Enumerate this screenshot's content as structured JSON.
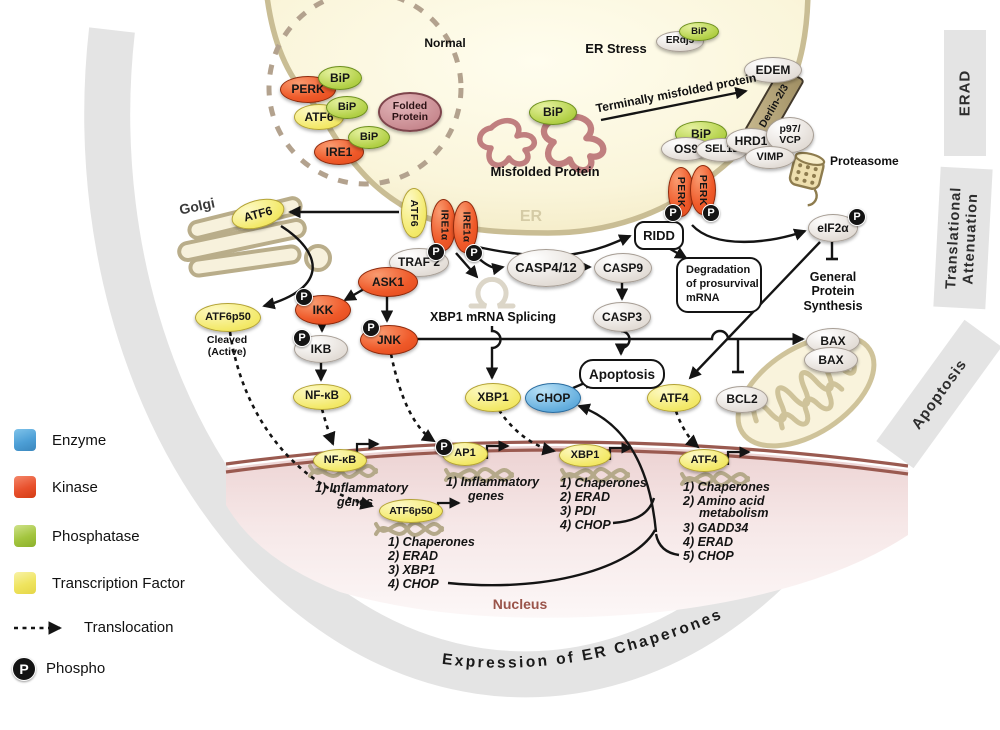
{
  "legend": {
    "items": [
      {
        "label": "Enzyme",
        "color": "#4d9fd6"
      },
      {
        "label": "Kinase",
        "color": "#e8502c"
      },
      {
        "label": "Phosphatase",
        "color": "#a3c53e"
      },
      {
        "label": "Transcription Factor",
        "color": "#efe45e"
      }
    ],
    "translocation_label": "Translocation",
    "phospho_label": "Phospho",
    "phospho_symbol": "P"
  },
  "sidebar": {
    "erad": "ERAD",
    "translational_line1": "Translational",
    "translational_line2": "Attenuation",
    "apoptosis": "Apoptosis",
    "arc_label": "Expression of ER Chaperones"
  },
  "regions": {
    "normal": "Normal",
    "er": "ER",
    "er_stress": "ER Stress",
    "golgi": "Golgi",
    "nucleus": "Nucleus",
    "proteasome": "Proteasome",
    "misfolded_protein": "Misfolded Protein",
    "terminally_misfolded": "Terminally misfolded protein"
  },
  "molecules": {
    "perk": "PERK",
    "bip": "BiP",
    "atf6": "ATF6",
    "ire1": "IRE1",
    "ire1a": "IRE1α",
    "folded_line1": "Folded",
    "folded_line2": "Protein",
    "erdj5": "ERdj5",
    "edem": "EDEM",
    "derlin": "Derlin-2/3",
    "os9": "OS9",
    "sel1l": "SEL1L",
    "hrd1": "HRD1",
    "p97_line1": "p97/",
    "p97_line2": "VCP",
    "vimp": "VIMP",
    "traf2": "TRAF 2",
    "ask1": "ASK1",
    "ikk": "IKK",
    "ikb": "IKB",
    "nfkb": "NF-κB",
    "jnk": "JNK",
    "atf6p50": "ATF6p50",
    "cleaved_line1": "Cleaved",
    "cleaved_line2": "(Active)",
    "casp412": "CASP4/12",
    "casp9": "CASP9",
    "casp3": "CASP3",
    "eif2a": "eIF2α",
    "xbp1": "XBP1",
    "chop": "CHOP",
    "atf4": "ATF4",
    "bcl2": "BCL2",
    "bax": "BAX",
    "ap1": "AP1",
    "phospho": "P"
  },
  "processes": {
    "xbp1_splicing_italic": "XBP1",
    "xbp1_splicing_rest": "mRNA Splicing",
    "ridd": "RIDD",
    "degradation_line1": "Degradation",
    "degradation_line2": "of prosurvival",
    "degradation_line3": "mRNA",
    "general_line1": "General",
    "general_line2": "Protein",
    "general_line3": "Synthesis",
    "apoptosis": "Apoptosis"
  },
  "genes": {
    "nfkb": [
      "1) Inflammatory",
      "genes"
    ],
    "ap1": [
      "1) Inflammatory",
      "genes"
    ],
    "atf6p50": [
      "1) Chaperones",
      "2) ERAD",
      "3) XBP1",
      "4) CHOP"
    ],
    "xbp1": [
      "1) Chaperones",
      "2) ERAD",
      "3) PDI",
      "4) CHOP"
    ],
    "atf4": [
      "1) Chaperones",
      "2) Amino acid",
      "metabolism",
      "3) GADD34",
      "4) ERAD",
      "5) CHOP"
    ]
  }
}
